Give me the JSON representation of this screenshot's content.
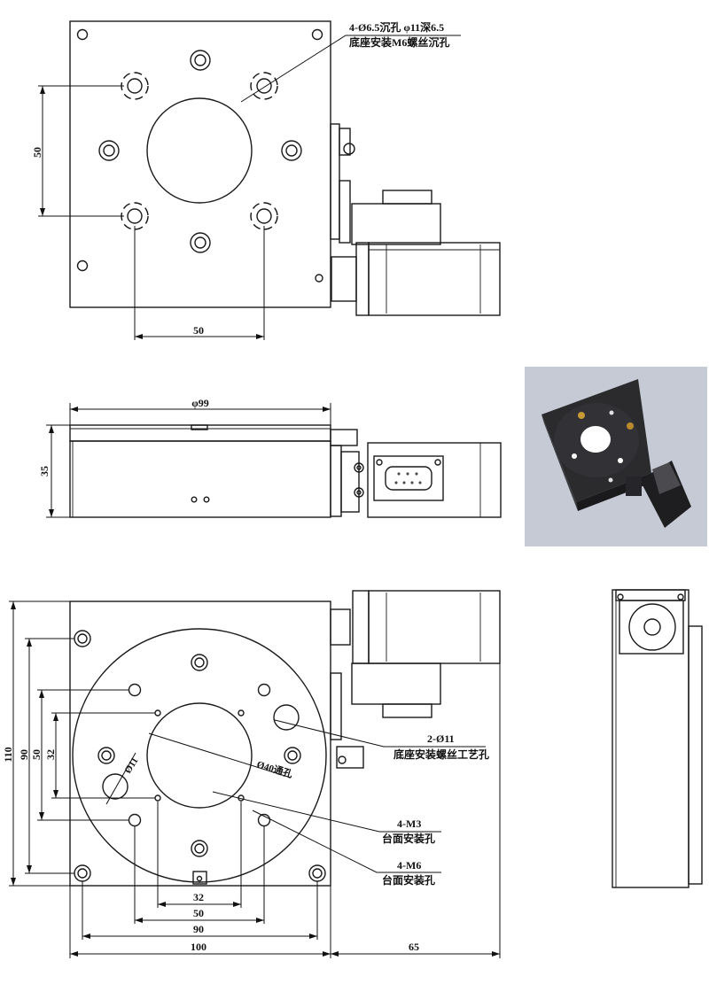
{
  "top_view": {
    "callout": {
      "line1": "4-Ø6.5沉孔 φ11深6.5",
      "line2": "底座安装M6螺丝沉孔"
    },
    "dim_vertical": "50",
    "dim_horizontal": "50"
  },
  "side_view": {
    "dim_diameter": "φ99",
    "dim_height": "35"
  },
  "bottom_view": {
    "callout_tech_hole": {
      "line1": "2-Ø11",
      "line2": "底座安装螺丝工艺孔"
    },
    "callout_m3": {
      "line1": "4-M3",
      "line2": "台面安装孔"
    },
    "callout_m6": {
      "line1": "4-M6",
      "line2": "台面安装孔"
    },
    "label_through_hole": "Ø40通孔",
    "label_d11": "Ø11",
    "left_dims": [
      "110",
      "90",
      "50",
      "32"
    ],
    "bottom_dims": [
      "32",
      "50",
      "90",
      "100"
    ],
    "right_dim": "65"
  },
  "colors": {
    "line": "#1a1a1a",
    "photo_background": "#c5cad4",
    "stage_body": "#2b2b2e"
  }
}
